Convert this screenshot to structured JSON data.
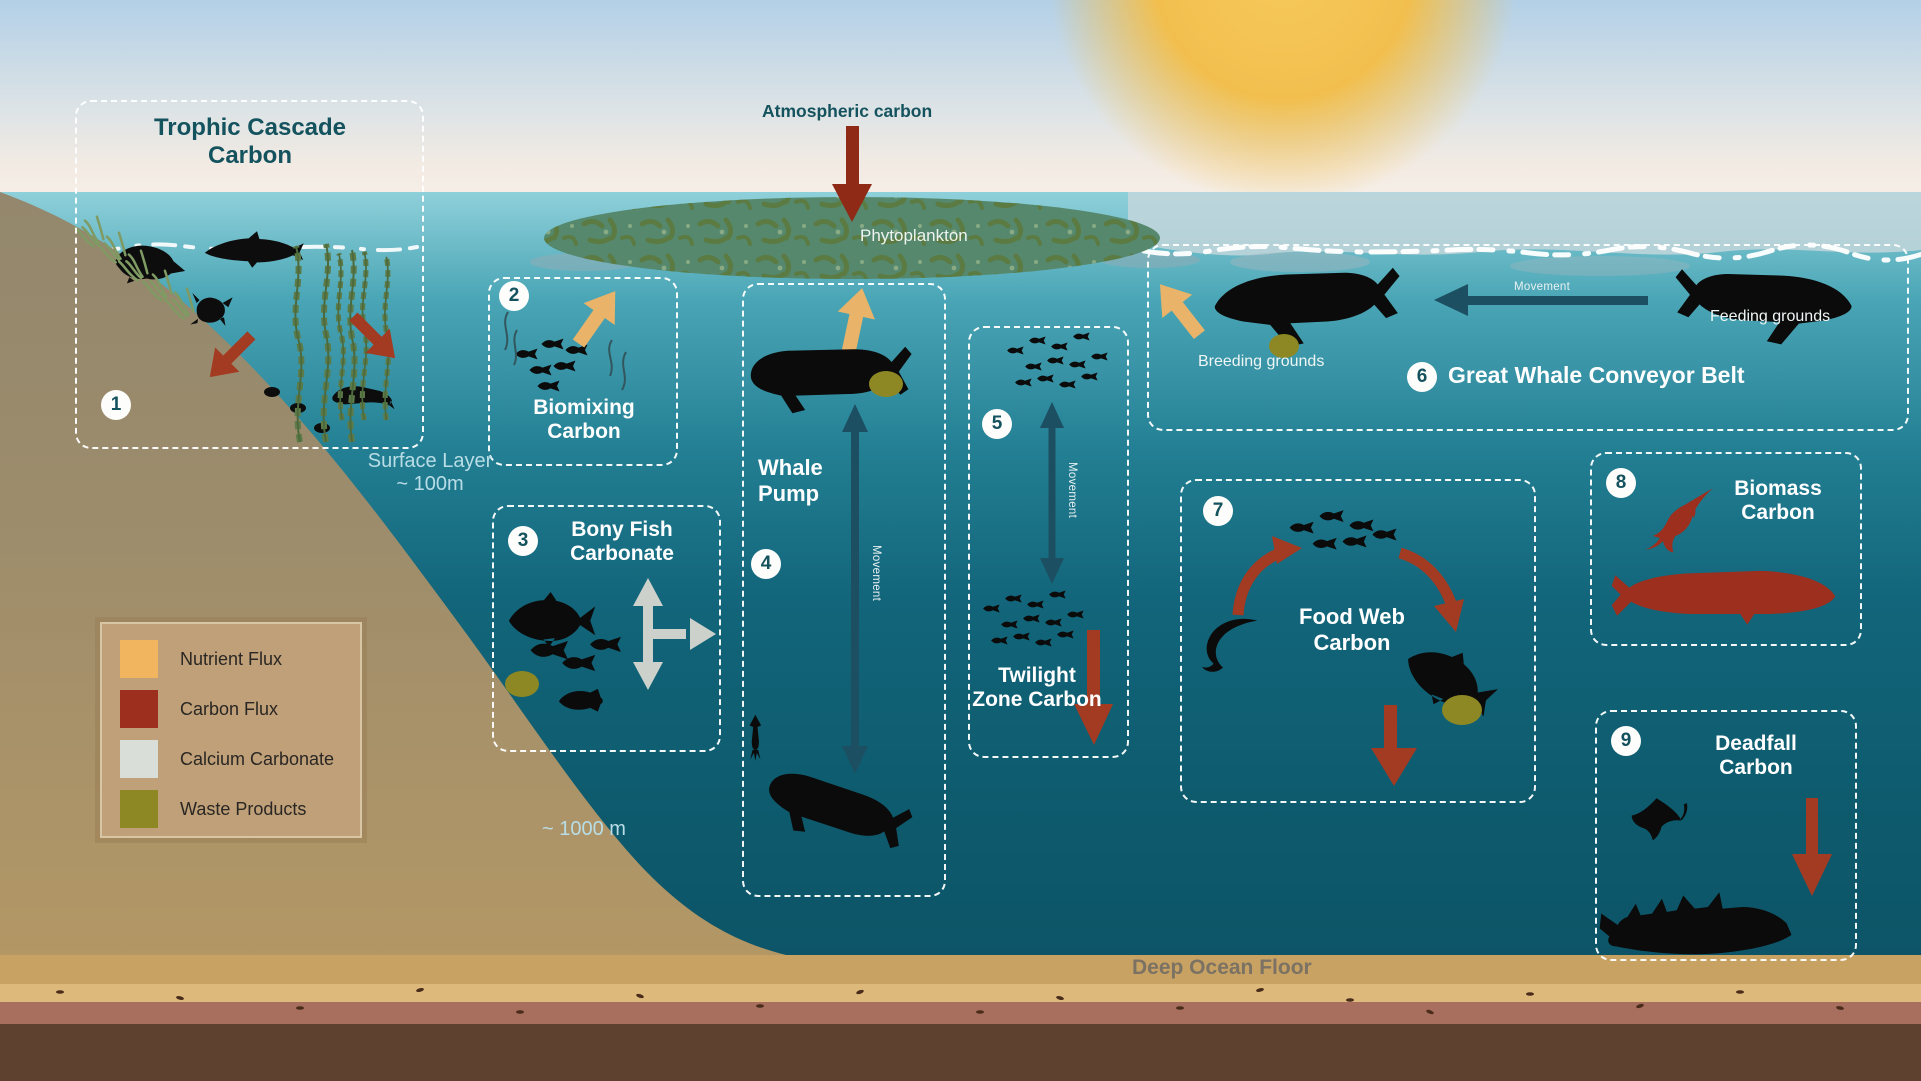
{
  "figure": {
    "labels": {
      "atmospheric_carbon": "Atmospheric carbon",
      "phytoplankton": "Phytoplankton",
      "surface_layer_line1": "Surface Layer",
      "surface_layer_line2": "~ 100m",
      "depth_1000m": "~ 1000 m",
      "deep_ocean_floor": "Deep Ocean Floor",
      "breeding_grounds": "Breeding grounds",
      "feeding_grounds": "Feeding grounds",
      "movement": "Movement"
    },
    "zones": [
      {
        "num": "1",
        "title": "Trophic Cascade Carbon"
      },
      {
        "num": "2",
        "title": "Biomixing Carbon"
      },
      {
        "num": "3",
        "title": "Bony Fish Carbonate"
      },
      {
        "num": "4",
        "title": "Whale Pump"
      },
      {
        "num": "5",
        "title": "Twilight Zone Carbon"
      },
      {
        "num": "6",
        "title": "Great Whale Conveyor Belt"
      },
      {
        "num": "7",
        "title": "Food Web Carbon"
      },
      {
        "num": "8",
        "title": "Biomass Carbon"
      },
      {
        "num": "9",
        "title": "Deadfall Carbon"
      }
    ],
    "legend": {
      "items": [
        {
          "label": "Nutrient Flux",
          "color": "#f0b55e"
        },
        {
          "label": "Carbon Flux",
          "color": "#9c2f1d"
        },
        {
          "label": "Calcium Carbonate",
          "color": "#d9ded9"
        },
        {
          "label": "Waste Products",
          "color": "#8d8824"
        }
      ]
    },
    "colors": {
      "nutrient_flux": "#f0b55e",
      "carbon_flux": "#9c2f1d",
      "calcium_carbonate": "#d9ded9",
      "waste_products": "#8d8824",
      "movement_arrow": "#1d4f63",
      "water_deep": "#0d5668",
      "sky_top": "#b3d0e7",
      "sand": "#c8a263"
    }
  }
}
